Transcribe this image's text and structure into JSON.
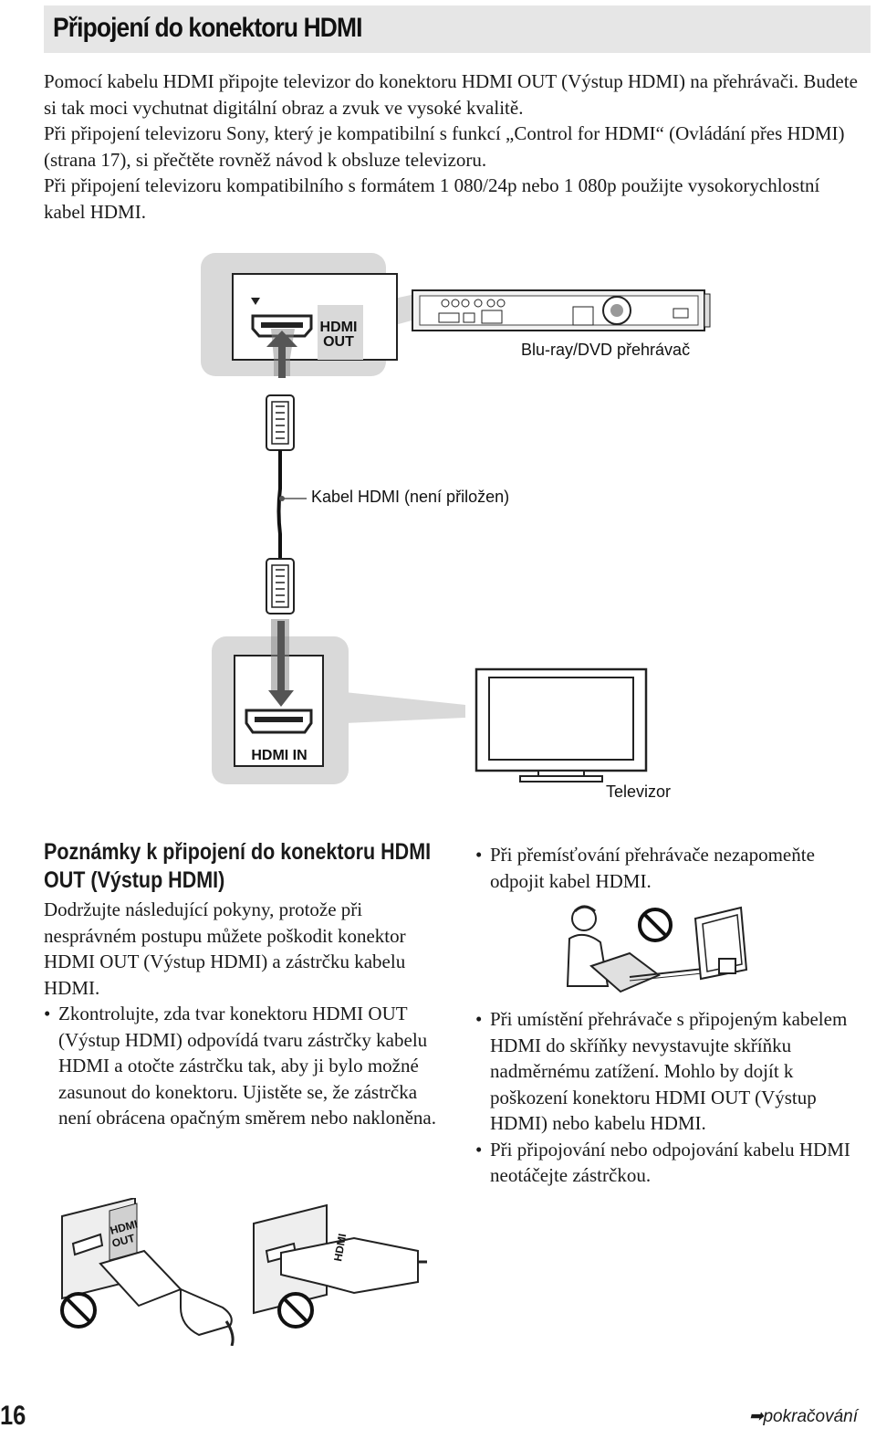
{
  "page": {
    "title": "Připojení do konektoru HDMI",
    "intro": [
      "Pomocí kabelu HDMI připojte televizor do konektoru HDMI OUT (Výstup HDMI) na přehrávači. Budete si tak moci vychutnat digitální obraz a zvuk ve vysoké kvalitě.",
      "Při připojení televizoru Sony, který je kompatibilní s funkcí „Control for HDMI“ (Ovládání přes HDMI) (strana 17), si přečtěte rovněž návod k obsluze televizoru.",
      "Při připojení televizoru kompatibilního s formátem 1 080/24p nebo 1 080p použijte vysokorychlostní kabel HDMI."
    ]
  },
  "diagram": {
    "player_label": "Blu-ray/DVD přehrávač",
    "cable_label": "Kabel HDMI (není přiložen)",
    "tv_label": "Televizor",
    "port_out_line1": "HDMI",
    "port_out_line2": "OUT",
    "port_in": "HDMI IN",
    "plug_text": "HDMI"
  },
  "notes": {
    "heading": "Poznámky k připojení do konektoru HDMI OUT (Výstup HDMI)",
    "intro": "Dodržujte následující pokyny, protože při nesprávném postupu můžete poškodit konektor HDMI OUT (Výstup HDMI) a zástrčku kabelu HDMI.",
    "bullet_left": "Zkontrolujte, zda tvar konektoru HDMI OUT (Výstup HDMI) odpovídá tvaru zástrčky kabelu HDMI a otočte zástrčku tak, aby ji bylo možné zasunout do konektoru. Ujistěte se, že zástrčka není obrácena opačným směrem nebo nakloněna.",
    "bullet_right_1": "Při přemísťování přehrávače nezapomeňte odpojit kabel HDMI.",
    "bullet_right_2": "Při umístění přehrávače s připojeným kabelem HDMI do skříňky nevystavujte skříňku nadměrnému zatížení. Mohlo by dojít k poškození konektoru HDMI OUT (Výstup HDMI) nebo kabelu HDMI.",
    "bullet_right_3": "Při připojování nebo odpojování kabelu HDMI neotáčejte zástrčkou."
  },
  "footer": {
    "page_number": "16",
    "continued": "pokračování"
  }
}
